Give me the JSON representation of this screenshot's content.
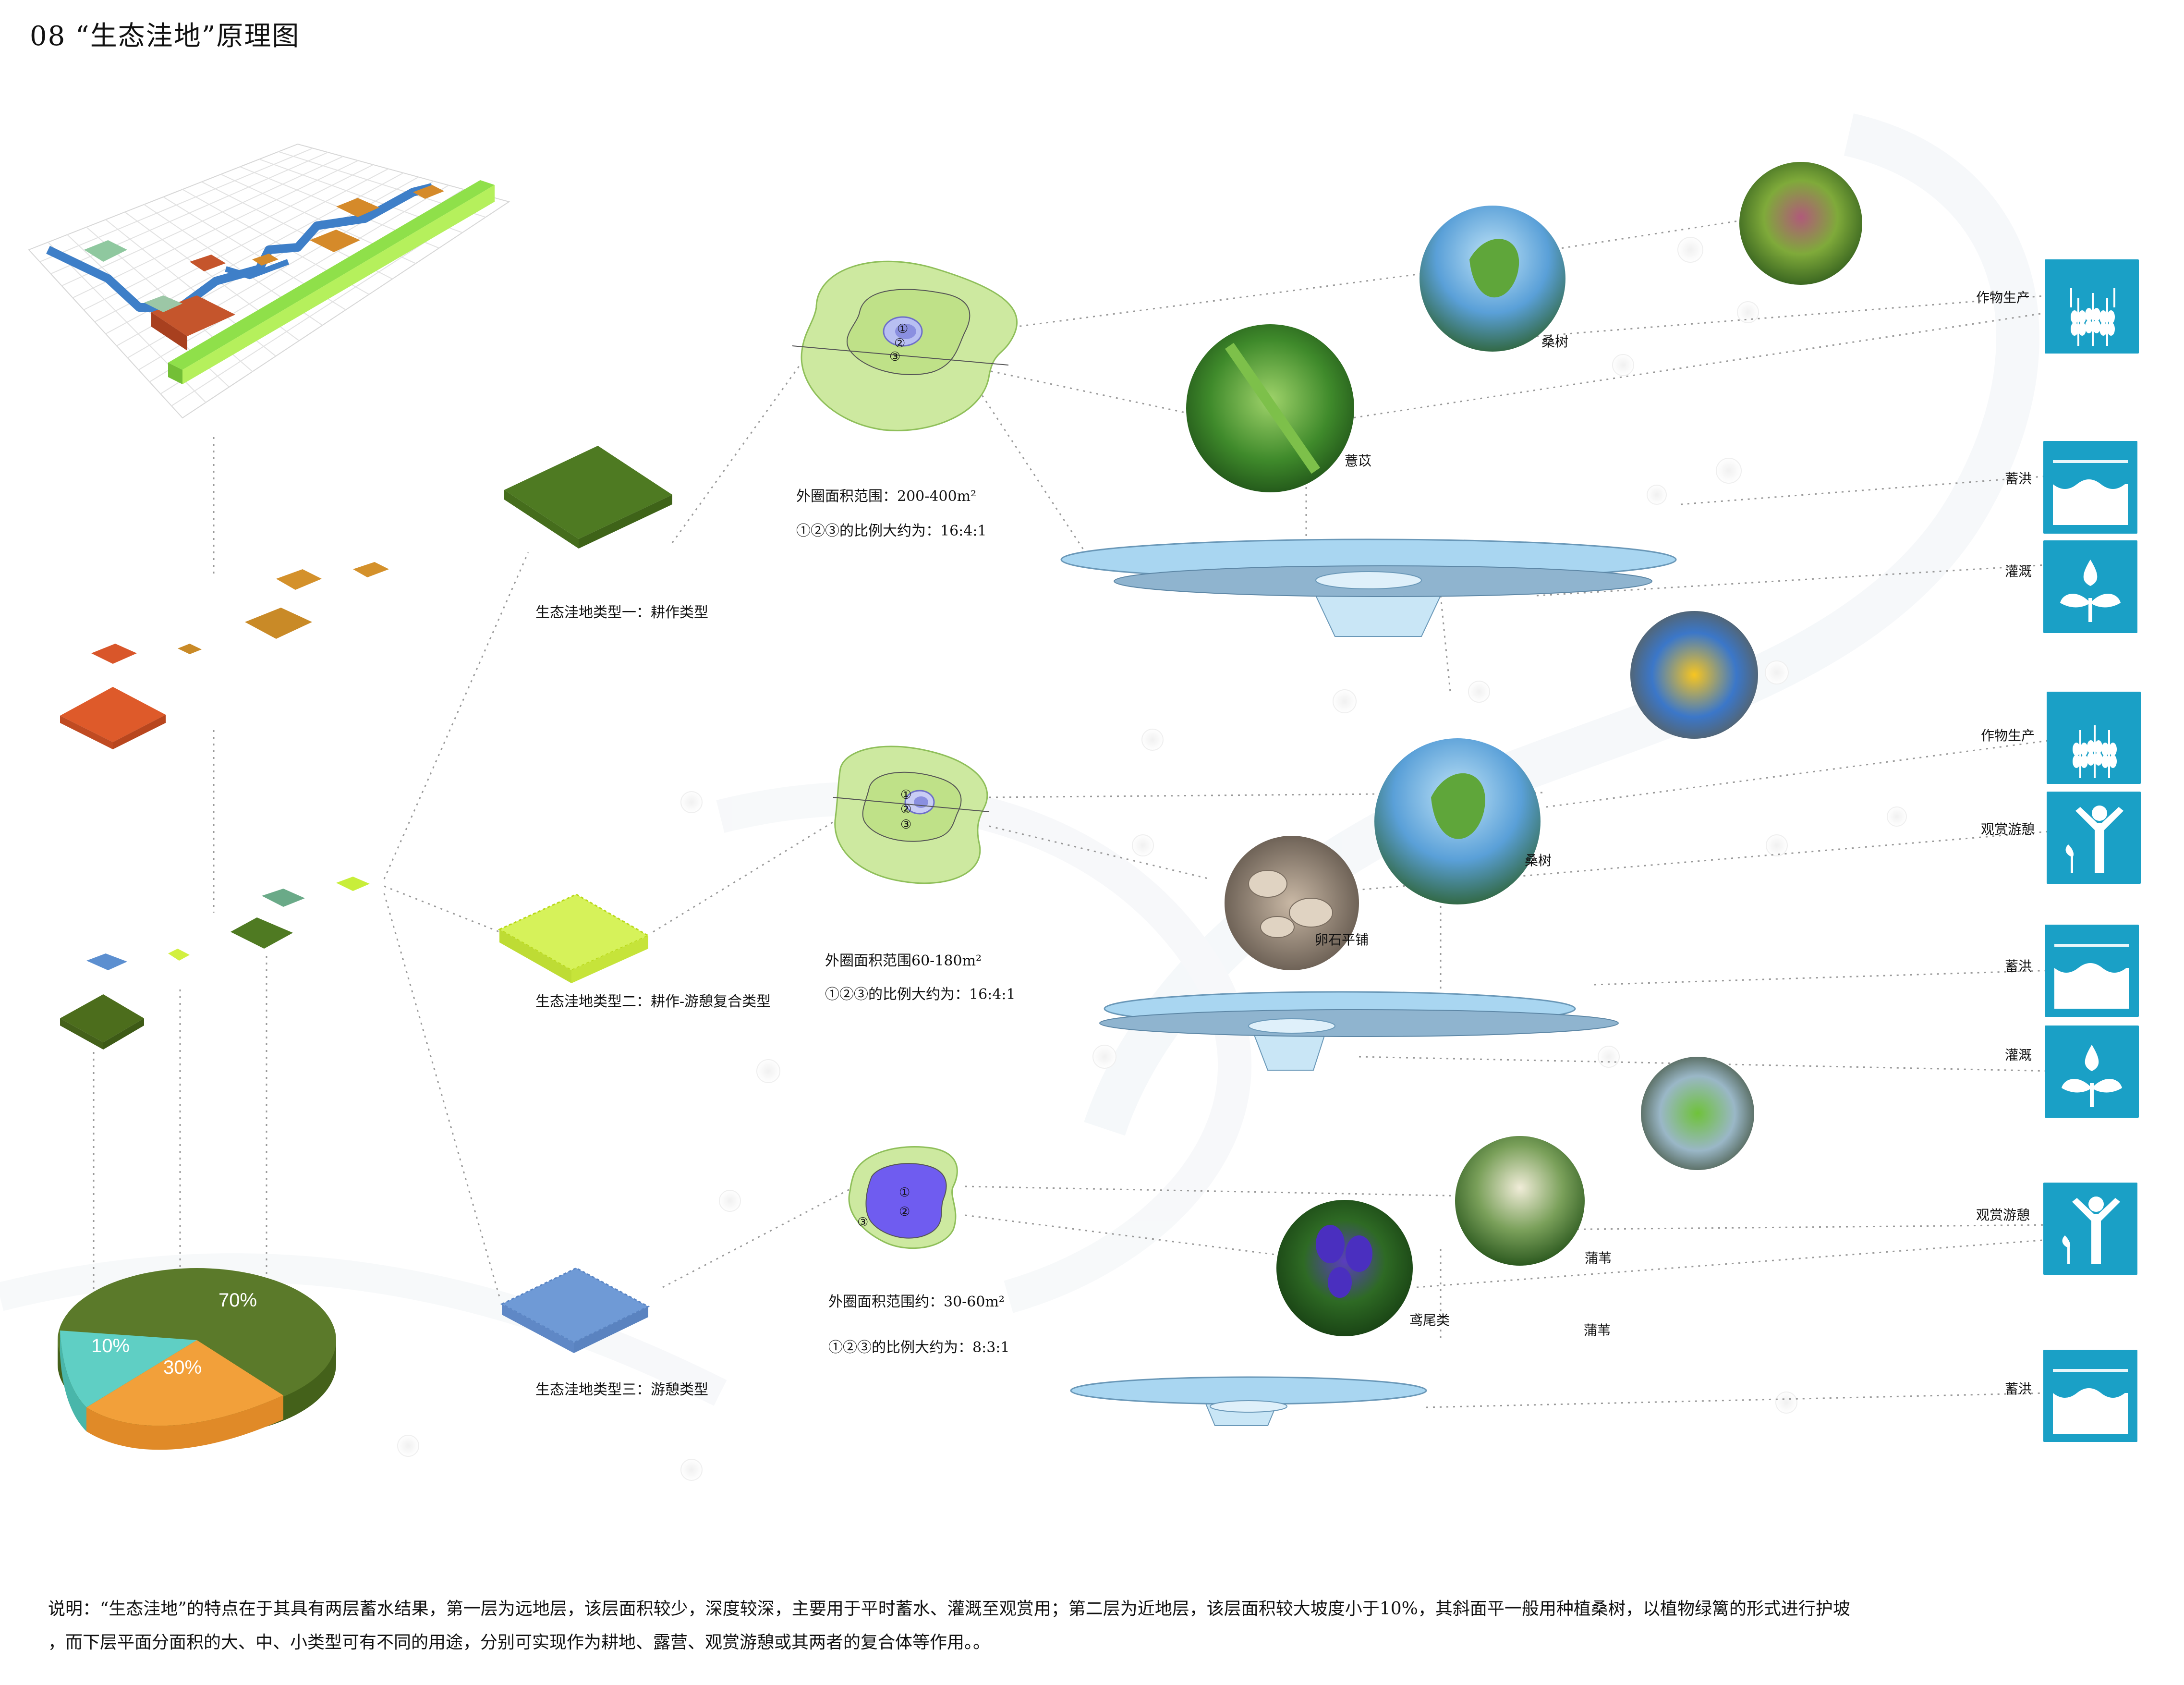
{
  "title": "08 “生态洼地”原理图",
  "types": [
    {
      "name": "生态洼地类型一：耕作类型",
      "area": "外圈面积范围：200-400m²",
      "ratio": "①②③的比例大约为：16:4:1",
      "plants": [
        "桑树",
        "薏苡"
      ],
      "functions": [
        "作物生产",
        "蓄洪",
        "灌溉"
      ]
    },
    {
      "name": "生态洼地类型二：耕作-游憩复合类型",
      "area": "外圈面积范围60-180m²",
      "ratio": "①②③的比例大约为：16:4:1",
      "plants": [
        "桑树",
        "卵石平铺"
      ],
      "functions": [
        "作物生产",
        "观赏游憩",
        "蓄洪",
        "灌溉"
      ]
    },
    {
      "name": "生态洼地类型三：游憩类型",
      "area": "外圈面积范围约：30-60m²",
      "ratio": "①②③的比例大约为：8:3:1",
      "plants": [
        "蒲苇",
        "鸢尾类",
        "蒲苇"
      ],
      "functions": [
        "观赏游憩",
        "蓄洪"
      ]
    }
  ],
  "zone_marks": [
    "①",
    "②",
    "③"
  ],
  "pie": {
    "slices": [
      {
        "label": "70%",
        "value": 70,
        "color": "#5b7a2a"
      },
      {
        "label": "30%",
        "value": 30,
        "color": "#f2a03a"
      },
      {
        "label": "10%",
        "value": 10,
        "color": "#5fcfc4"
      }
    ]
  },
  "colors": {
    "icon_blue": "#1aa0c6",
    "dark_green": "#4f6e22",
    "lime": "#cde84a",
    "light_green": "#cde9a0",
    "orange_red": "#d9562a",
    "orange": "#d8902a",
    "steel_blue": "#6a97d6",
    "purple_blue": "#6f5cf0",
    "water_blue": "#a9d6f1"
  },
  "icons": [
    "wheat-icon",
    "water-wave-icon",
    "sprout-drop-icon",
    "person-leisure-icon"
  ],
  "footnote": {
    "line1": "说明：“生态洼地”的特点在于其具有两层蓄水结果，第一层为远地层，该层面积较少，深度较深，主要用于平时蓄水、灌溉至观赏用；第二层为近地层，该层面积较大坡度小于10%，其斜面平一般用种植桑树，以植物绿篱的形式进行护坡",
    "line2": "，而下层平面分面积的大、中、小类型可有不同的用途，分别可实现作为耕地、露营、观赏游憩或其两者的复合体等作用。。"
  }
}
